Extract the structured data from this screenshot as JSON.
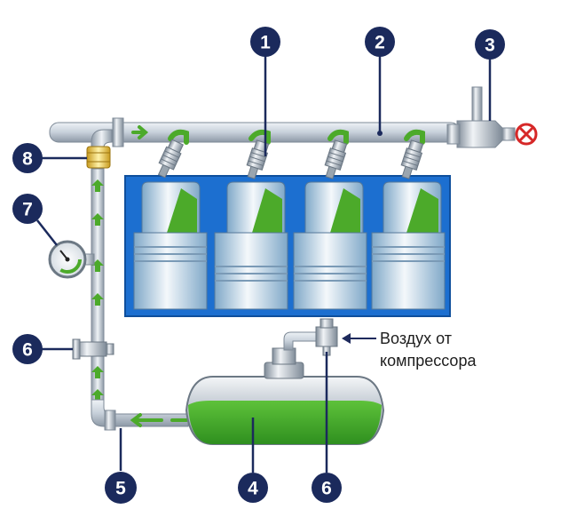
{
  "diagram": {
    "callouts": [
      {
        "id": "1",
        "label": "1"
      },
      {
        "id": "2",
        "label": "2"
      },
      {
        "id": "3",
        "label": "3"
      },
      {
        "id": "4",
        "label": "4"
      },
      {
        "id": "5",
        "label": "5"
      },
      {
        "id": "6a",
        "label": "6"
      },
      {
        "id": "6b",
        "label": "6"
      },
      {
        "id": "7",
        "label": "7"
      },
      {
        "id": "8",
        "label": "8"
      }
    ],
    "air_label_line1": "Воздух от",
    "air_label_line2": "компрессора",
    "colors": {
      "badge": "#1b2a5c",
      "engine_block": "#1c6fd0",
      "fluid": "#4caa2a",
      "pipe": "#c9d2dc",
      "close_valve": "#d62828"
    }
  }
}
